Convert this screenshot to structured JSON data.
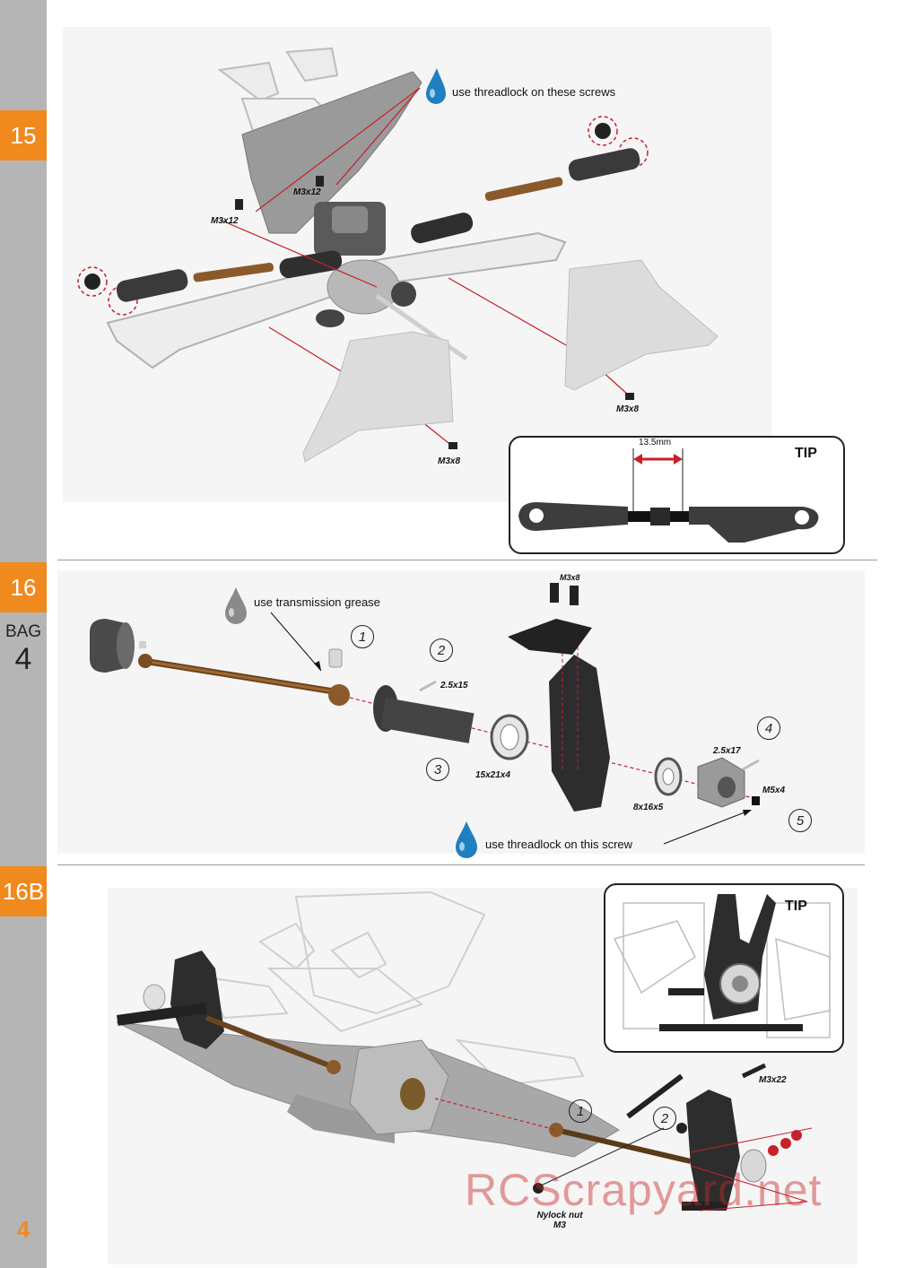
{
  "sidebar": {
    "step_15": "15",
    "step_16": "16",
    "bag_word": "BAG",
    "bag_number": "4",
    "step_16b": "16B",
    "page_number": "4"
  },
  "step15": {
    "threadlock_note": "use threadlock on these screws",
    "screw_m3x12_a": "M3x12",
    "screw_m3x12_b": "M3x12",
    "screw_m3x8_a": "M3x8",
    "screw_m3x8_b": "M3x8",
    "tip_title": "TIP",
    "tip_measure": "13.5mm"
  },
  "step16": {
    "grease_note": "use transmission grease",
    "threadlock_note": "use threadlock on this screw",
    "screw_m3x8": "M3x8",
    "pin_a": "2.5x15",
    "bearing_a": "15x21x4",
    "bearing_b": "8x16x5",
    "pin_b": "2.5x17",
    "screw_m5x4": "M5x4",
    "num_1": "1",
    "num_2": "2",
    "num_3": "3",
    "num_4": "4",
    "num_5": "5"
  },
  "step16b": {
    "tip_title": "TIP",
    "screw_m3x22": "M3x22",
    "nylock_line1": "Nylock nut",
    "nylock_line2": "M3",
    "num_1": "1",
    "num_2": "2"
  },
  "watermark": "RCScrapyard.net",
  "colors": {
    "accent_orange": "#f08a1e",
    "sidebar_gray": "#b5b5b5",
    "leader_red": "#c8202a",
    "drop_blue": "#1f7fc0"
  }
}
